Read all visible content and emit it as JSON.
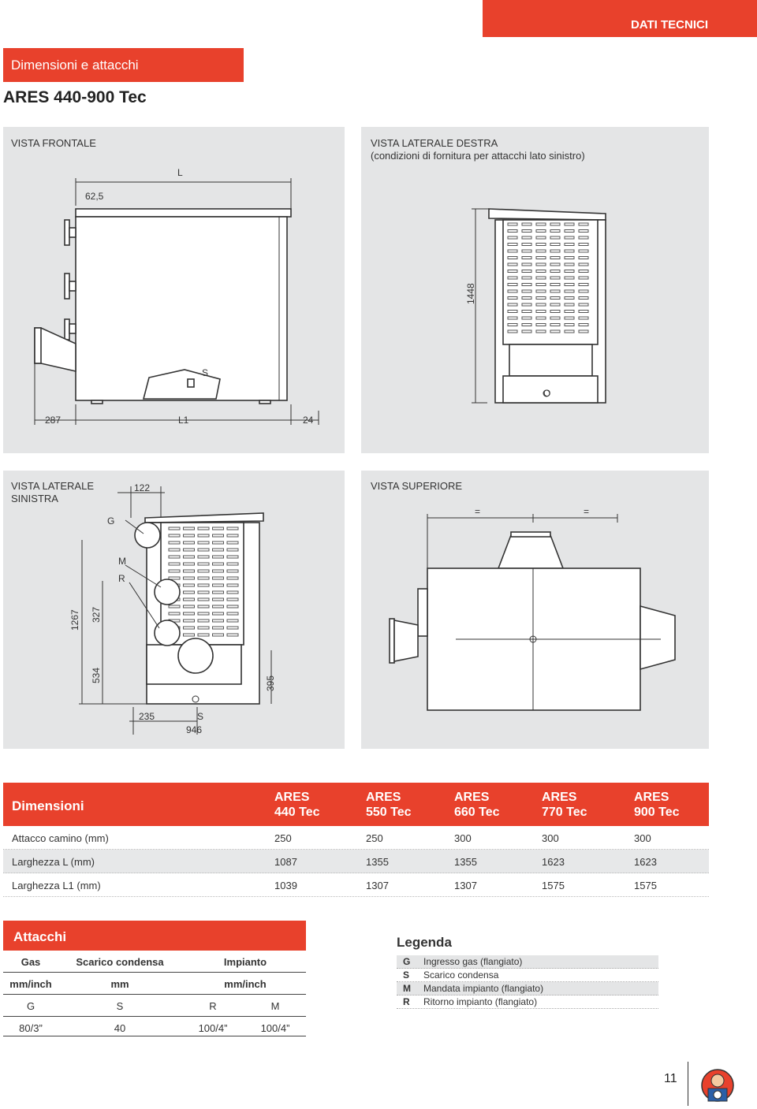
{
  "header": {
    "tab": "DATI TECNICI"
  },
  "section": {
    "title": "Dimensioni e attacchi",
    "model": "ARES 440-900 Tec"
  },
  "views": {
    "front": {
      "title": "VISTA FRONTALE",
      "dim_L": "L",
      "dim_62": "62,5",
      "dim_287": "287",
      "dim_L1": "L1",
      "dim_24": "24",
      "label_S": "S"
    },
    "right": {
      "title": "VISTA LATERALE DESTRA",
      "subtitle": "(condizioni di fornitura per attacchi lato sinistro)",
      "dim_1448": "1448",
      "label_O": "O"
    },
    "left": {
      "title_line1": "VISTA LATERALE",
      "title_line2": "SINISTRA",
      "dim_122": "122",
      "label_G": "G",
      "label_M": "M",
      "label_R": "R",
      "dim_1267": "1267",
      "dim_327": "327",
      "dim_534": "534",
      "dim_395": "395",
      "dim_235": "235",
      "label_S": "S",
      "dim_946": "946"
    },
    "top": {
      "title": "VISTA SUPERIORE",
      "eq1": "=",
      "eq2": "="
    }
  },
  "dim_table": {
    "title": "Dimensioni",
    "models": [
      {
        "l1": "ARES",
        "l2": "440 Tec"
      },
      {
        "l1": "ARES",
        "l2": "550 Tec"
      },
      {
        "l1": "ARES",
        "l2": "660 Tec"
      },
      {
        "l1": "ARES",
        "l2": "770 Tec"
      },
      {
        "l1": "ARES",
        "l2": "900 Tec"
      }
    ],
    "rows": [
      {
        "label": "Attacco camino (mm)",
        "values": [
          "250",
          "250",
          "300",
          "300",
          "300"
        ]
      },
      {
        "label": "Larghezza L (mm)",
        "values": [
          "1087",
          "1355",
          "1355",
          "1623",
          "1623"
        ]
      },
      {
        "label": "Larghezza L1 (mm)",
        "values": [
          "1039",
          "1307",
          "1307",
          "1575",
          "1575"
        ]
      }
    ]
  },
  "attacchi": {
    "title": "Attacchi",
    "head": [
      "Gas",
      "Scarico condensa",
      "Impianto"
    ],
    "units": [
      "mm/inch",
      "mm",
      "mm/inch"
    ],
    "codes": [
      "G",
      "S",
      "R",
      "M"
    ],
    "values": [
      "80/3”",
      "40",
      "100/4”",
      "100/4”"
    ]
  },
  "legenda": {
    "title": "Legenda",
    "items": [
      {
        "k": "G",
        "v": "Ingresso gas (flangiato)"
      },
      {
        "k": "S",
        "v": "Scarico condensa"
      },
      {
        "k": "M",
        "v": "Mandata impianto (flangiato)"
      },
      {
        "k": "R",
        "v": "Ritorno impianto (flangiato)"
      }
    ]
  },
  "footer": {
    "page": "11"
  }
}
